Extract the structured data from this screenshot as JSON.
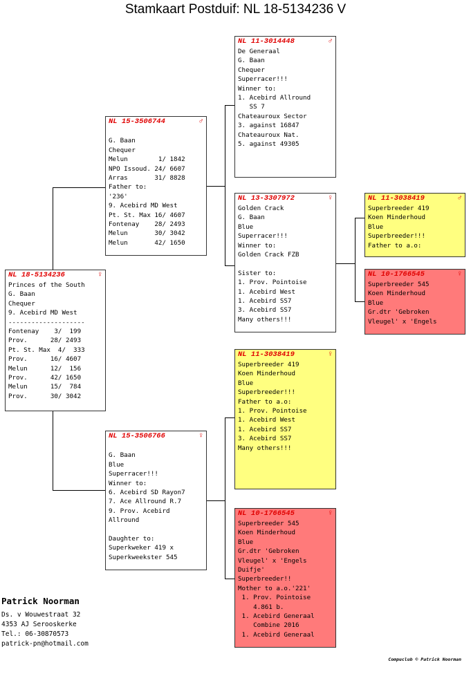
{
  "title": "Stamkaart Postduif: NL  18-5134236 V",
  "sex_symbols": {
    "male": "♂",
    "female": "♀"
  },
  "colors": {
    "header_red": "#e00000",
    "yellow_box": "#ffff80",
    "red_box": "#ff7a7a"
  },
  "pigeons": {
    "main": {
      "ring": "NL  18-5134236",
      "sex": "♀",
      "lines": [
        "Princes of the South",
        "G. Baan",
        "Chequer",
        "9. Acebird MD West",
        "--------------------",
        "Fontenay    3/  199",
        "Prov.      28/ 2493",
        "Pt. St. Max  4/  333",
        "Prov.      16/ 4607",
        "Melun      12/  156",
        "Prov.      42/ 1650",
        "Melun      15/  784",
        "Prov.      30/ 3042"
      ]
    },
    "father": {
      "ring": "NL  15-3506744",
      "sex": "♂",
      "lines": [
        "",
        "G. Baan",
        "Chequer",
        "Melun        1/ 1842",
        "NPO Issoud. 24/ 6607",
        "Arras       31/ 8828",
        "Father to:",
        "'236'",
        "9. Acebird MD West",
        "Pt. St. Max 16/ 4607",
        "Fontenay    28/ 2493",
        "Melun       30/ 3042",
        "Melun       42/ 1650"
      ]
    },
    "mother": {
      "ring": "NL  15-3506766",
      "sex": "♀",
      "lines": [
        "",
        "G. Baan",
        "Blue",
        "Superracer!!!",
        "Winner to:",
        "6. Acebird SD Rayon7",
        "7. Ace Allround R.7",
        "9. Prov. Acebird",
        "Allround",
        "",
        "Daughter to:",
        "Superkweker 419 x",
        "Superkweekster 545"
      ]
    },
    "ff": {
      "ring": "NL  11-3014448",
      "sex": "♂",
      "lines": [
        "De Generaal",
        "G. Baan",
        "Chequer",
        "Superracer!!!",
        "Winner to:",
        "1. Acebird Allround",
        "   SS 7",
        "Chateauroux Sector",
        "3. against 16847",
        "Chateauroux Nat.",
        "5. against 49305"
      ]
    },
    "fm": {
      "ring": "NL  13-3307972",
      "sex": "♀",
      "lines": [
        "Golden Crack",
        "G. Baan",
        "Blue",
        "Superracer!!!",
        "Winner to:",
        "Golden Crack FZB",
        "",
        "Sister to:",
        "1. Prov. Pointoise",
        "1. Acebird West",
        "1. Acebird SS7",
        "3. Acebird SS7",
        "Many others!!!"
      ]
    },
    "fmf": {
      "ring": "NL  11-3038419",
      "sex": "♂",
      "lines": [
        "Superbreeder 419",
        "Koen Minderhoud",
        "Blue",
        "Superbreeder!!!",
        "Father to a.o:"
      ]
    },
    "fmm": {
      "ring": "NL  10-1766545",
      "sex": "♀",
      "lines": [
        "Superbreeder 545",
        "Koen Minderhoud",
        "Blue",
        "Gr.dtr 'Gebroken",
        "Vleugel' x 'Engels"
      ]
    },
    "mf": {
      "ring": "NL  11-3038419",
      "sex": "♀",
      "lines": [
        "Superbreeder 419",
        "Koen Minderhoud",
        "Blue",
        "Superbreeder!!!",
        "Father to a.o:",
        "1. Prov. Pointoise",
        "1. Acebird West",
        "1. Acebird SS7",
        "3. Acebird SS7",
        "Many others!!!"
      ]
    },
    "mm": {
      "ring": "NL  10-1766545",
      "sex": "♀",
      "lines": [
        "Superbreeder 545",
        "Koen Minderhoud",
        "Blue",
        "Gr.dtr 'Gebroken",
        "Vleugel' x 'Engels",
        "Duifje'",
        "Superbreeder!!",
        "Mother to a.o.'221'",
        " 1. Prov. Pointoise",
        "    4.861 b.",
        " 1. Acebird Generaal",
        "    Combine 2016",
        " 1. Acebird Generaal"
      ]
    }
  },
  "owner": {
    "name": "Patrick Noorman",
    "address": [
      "Ds. v Wouwestraat 32",
      "4353 AJ  Serooskerke",
      "Tel.: 06-30870573",
      "patrick-pn@hotmail.com"
    ]
  },
  "credit": "Compuclub © Patrick Noorman"
}
